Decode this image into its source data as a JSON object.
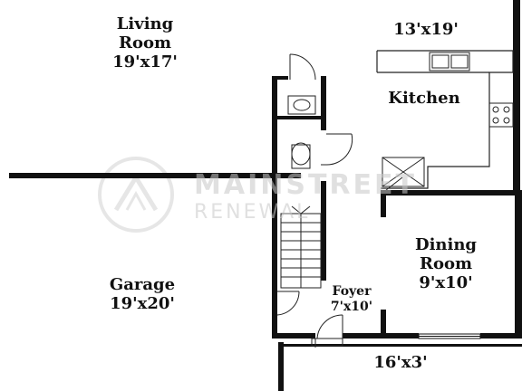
{
  "rooms": {
    "living": {
      "name_line1": "Living",
      "name_line2": "Room",
      "size": "19'x17'"
    },
    "kitchen": {
      "name": "Kitchen",
      "size": "13'x19'"
    },
    "dining": {
      "name_line1": "Dining",
      "name_line2": "Room",
      "size": "9'x10'"
    },
    "garage": {
      "name": "Garage",
      "size": "19'x20'"
    },
    "foyer": {
      "name": "Foyer",
      "size": "7'x10'"
    },
    "porch": {
      "size": "16'x3'"
    }
  },
  "watermark": {
    "line1": "MAINSTREET",
    "line2": "RENEWAL"
  }
}
